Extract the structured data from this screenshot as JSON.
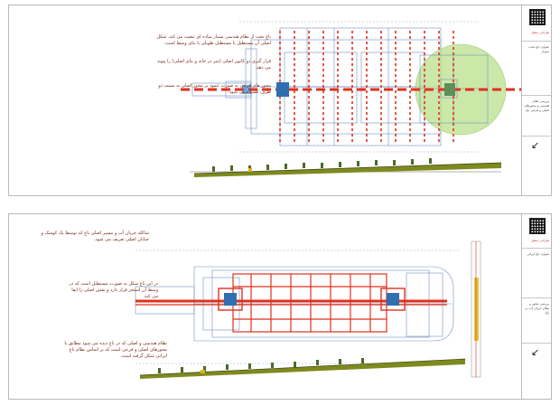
{
  "sheets": [
    {
      "notes": [
        "باغ تخت از نظام هندسی بسیار ساده ای تبعیت می کند. شکل اصلی آن مستطیل یا مستطیل طویلی با بنای وسط است.",
        "قرار گیری دو کانون اصلی (سر در خانه و بنای اصلی) را پیوند می دهد.",
        "محور های فرعی به صورت عمود بر محور اصلی به سمت دو طرف کشیده می شود."
      ],
      "title_block": {
        "header": "طراحی منظر",
        "info": "عنوان: باغ تخت شیراز",
        "desc": "بررسی نظام هندسی و محورهای اصلی و فرعی باغ",
        "north": "↙"
      }
    },
    {
      "notes": [
        "شاکله جریان آب و مسیر اصلی باغ که توسط یک کوشک و خیابان اصلی تعریف می شود.",
        "در این باغ شکل به صورت مستطیل است که در وسط آن استخر قرار دارد و نقش اصلی را ایفا می کند.",
        "نظام هندسی و اصلی که در باغ دیده می شود مطابق با محورهای اصلی و فرعی است که بر اساس نظام باغ ایرانی شکل گرفته است."
      ],
      "title_block": {
        "header": "طراحی منظر",
        "info": "عنوان: باغ ایرانی",
        "desc": "بررسی محور و نظام جریان آب در باغ",
        "north": "↙"
      }
    }
  ],
  "colors": {
    "axis_red": "#e0301e",
    "line_blue": "#5f85b8",
    "pool_blue": "#2f6fb0",
    "garden_green": "#b9e08c",
    "terrain_olive": "#7f8a1e",
    "note_text": "#7a2b1b"
  }
}
